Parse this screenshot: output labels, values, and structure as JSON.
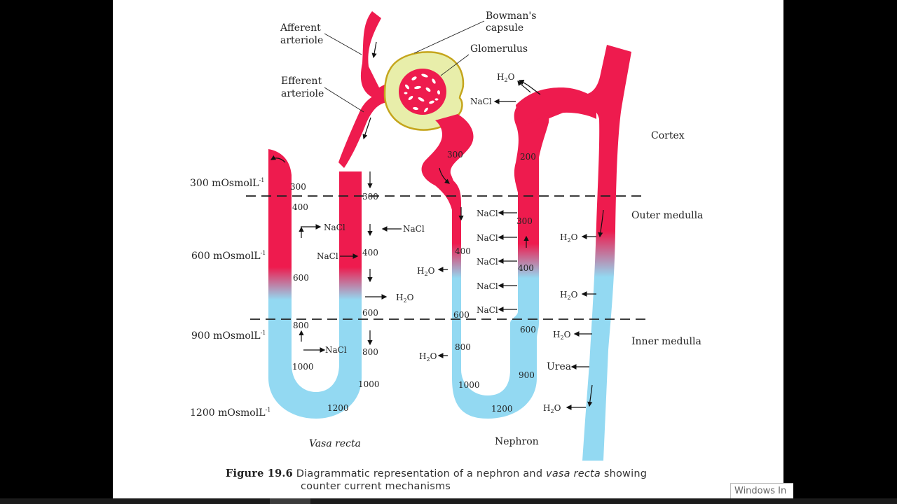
{
  "labels": {
    "afferent": [
      "Afferent",
      "arteriole"
    ],
    "efferent": [
      "Efferent",
      "arteriole"
    ],
    "bowman": [
      "Bowman's",
      "capsule"
    ],
    "glomerulus": "Glomerulus",
    "cortex": "Cortex",
    "outer_medulla": "Outer medulla",
    "inner_medulla": "Inner medulla",
    "vasa_recta": "Vasa recta",
    "nephron": "Nephron"
  },
  "osmolarity_levels": [
    "300 mOsmolL",
    "600 mOsmolL",
    "900 mOsmolL",
    "1200 mOsmolL"
  ],
  "osmolarity_superscript": "-1",
  "vasa_recta_values": [
    "300",
    "400",
    "600",
    "800",
    "1000",
    "1200",
    "1000",
    "800",
    "600",
    "400",
    "300"
  ],
  "nephron_values": [
    "300",
    "400",
    "600",
    "800",
    "1000",
    "1200",
    "900",
    "600",
    "400",
    "300",
    "200"
  ],
  "flux": {
    "nacl": "NaCl",
    "h2o_prefix": "H",
    "h2o_sub": "2",
    "h2o_suffix": "O",
    "urea": "Urea"
  },
  "caption": {
    "figure": "Figure 19.6",
    "text_a": "Diagrammatic representation of a nephron and",
    "text_italic": "vasa recta",
    "text_b": "showing",
    "text_line2": "counter current mechanisms"
  },
  "overlay": {
    "activation_text": "Windows In"
  },
  "colors": {
    "red": "#ee1b4e",
    "blue": "#93d9f2",
    "capsule": "#e8eeaa",
    "capsule_edge": "#c5a51c"
  }
}
